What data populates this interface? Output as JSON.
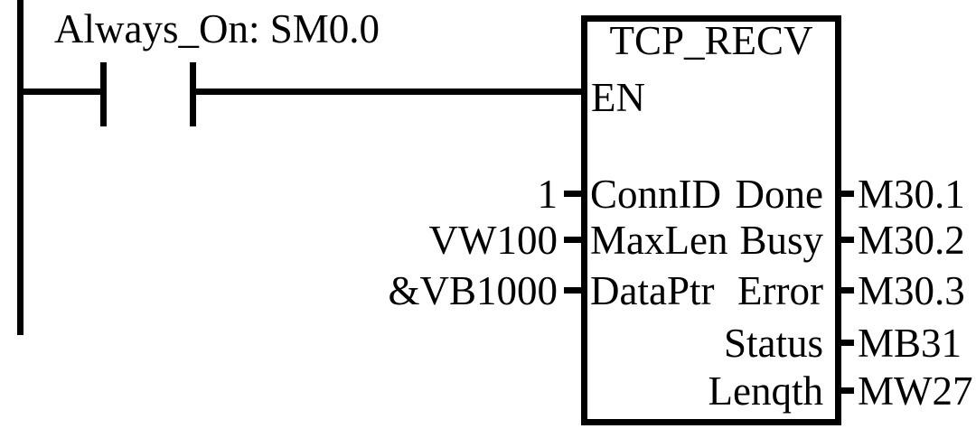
{
  "network": {
    "colors": {
      "line": "#000000",
      "background": "#ffffff"
    },
    "contact": {
      "label": "Always_On: SM0.0",
      "type": "normally-open"
    },
    "block": {
      "title": "TCP_RECV",
      "en_label": "EN",
      "inputs": [
        {
          "value": "1",
          "param": "ConnID"
        },
        {
          "value": "VW100",
          "param": "MaxLen"
        },
        {
          "value": "&VB1000",
          "param": "DataPtr"
        }
      ],
      "outputs": [
        {
          "param": "Done",
          "value": "M30.1"
        },
        {
          "param": "Busy",
          "value": "M30.2"
        },
        {
          "param": "Error",
          "value": "M30.3"
        },
        {
          "param": "Status",
          "value": "MB31"
        },
        {
          "param": "Lenqth",
          "value": "MW27"
        }
      ]
    }
  }
}
